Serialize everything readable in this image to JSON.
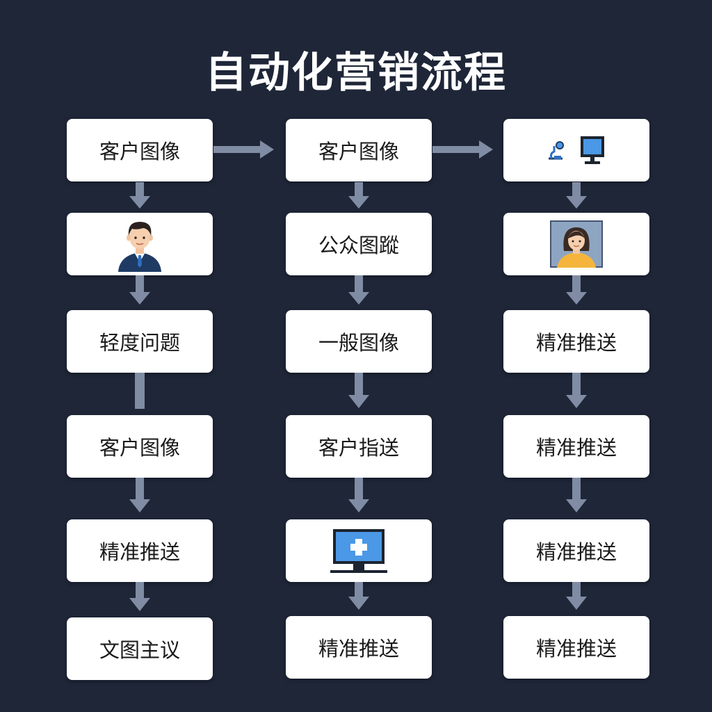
{
  "title": "自动化营销流程",
  "colors": {
    "background": "#1e2638",
    "node": "#ffffff",
    "arrow": "#7f8ca3",
    "monitor": "#4a98e6"
  },
  "columns": [
    {
      "id": "col1",
      "nodes": [
        {
          "label": "客户图像"
        },
        {
          "label": "",
          "icon": "man-avatar-icon"
        },
        {
          "label": "轻度问题"
        },
        {
          "label": "客户图像"
        },
        {
          "label": "精准推送"
        },
        {
          "label": "文图主议"
        }
      ]
    },
    {
      "id": "col2",
      "nodes": [
        {
          "label": "客户图像"
        },
        {
          "label": "公众图蹤"
        },
        {
          "label": "一般图像"
        },
        {
          "label": "客户指送"
        },
        {
          "label": "",
          "icon": "monitor-plus-icon"
        },
        {
          "label": "精准推送"
        }
      ]
    },
    {
      "id": "col3",
      "nodes": [
        {
          "label": "",
          "icon": "tools-monitor-icon"
        },
        {
          "label": "",
          "icon": "woman-avatar-icon"
        },
        {
          "label": "精准推送"
        },
        {
          "label": "精准推送"
        },
        {
          "label": "精准推送"
        },
        {
          "label": "精准推送"
        }
      ]
    }
  ]
}
